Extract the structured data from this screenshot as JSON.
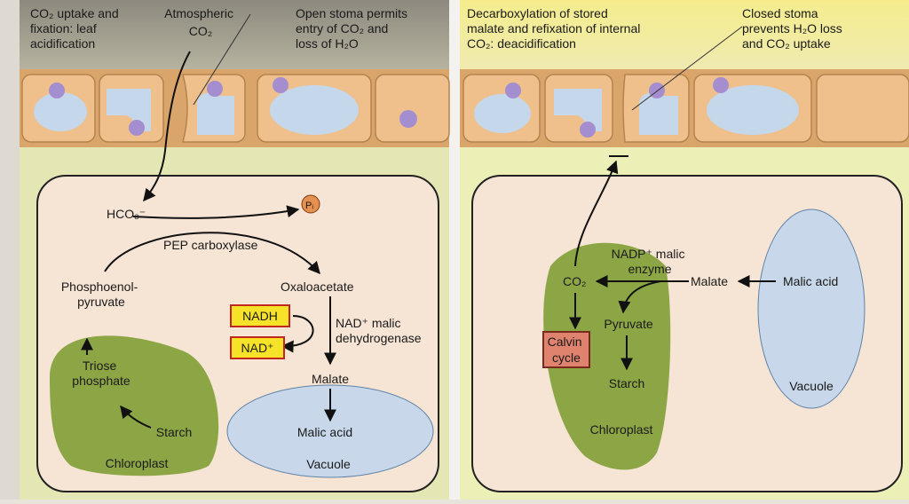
{
  "left_panel": {
    "header_uptake": [
      "CO₂ uptake and",
      "fixation: leaf",
      "acidification"
    ],
    "header_atmospheric": [
      "Atmospheric",
      "CO₂"
    ],
    "header_open_stoma": [
      "Open stoma permits",
      "entry of CO₂ and",
      "loss of H₂O"
    ],
    "hco3": "HCO₃⁻",
    "pi": "Pᵢ",
    "pep_carboxylase": "PEP carboxylase",
    "oxaloacetate": "Oxaloacetate",
    "phosphoenolpyruvate": [
      "Phosphoenol-",
      "pyruvate"
    ],
    "nadh": "NADH",
    "nad_plus": "NAD⁺",
    "nad_malic_dehydrogenase": [
      "NAD⁺ malic",
      "dehydrogenase"
    ],
    "malate": "Malate",
    "malic_acid": "Malic acid",
    "vacuole": "Vacuole",
    "triose_phosphate": [
      "Triose",
      "phosphate"
    ],
    "starch": "Starch",
    "chloroplast": "Chloroplast"
  },
  "right_panel": {
    "header_decarboxylation": [
      "Decarboxylation of stored",
      "malate and refixation of internal",
      "CO₂: deacidification"
    ],
    "header_closed_stoma": [
      "Closed stoma",
      "prevents H₂O loss",
      "and CO₂ uptake"
    ],
    "nadp_malic_enzyme": [
      "NADP⁺ malic",
      "enzyme"
    ],
    "co2": "CO₂",
    "malate": "Malate",
    "malic_acid": "Malic acid",
    "pyruvate": "Pyruvate",
    "starch": "Starch",
    "calvin_cycle": [
      "Calvin",
      "cycle"
    ],
    "chloroplast": "Chloroplast",
    "vacuole": "Vacuole"
  },
  "colors": {
    "night_header": "#9a9688",
    "day_header": "#f4ea9a",
    "leaf_bg": "#e6e9b4",
    "epidermis": "#e7b57e",
    "mesophyll": "#f6e4d4",
    "chloroplast": "#8ca646",
    "vacuole": "#c8d8ea",
    "nad_box": "#f7e22a",
    "calvin_box": "#e0836e"
  }
}
